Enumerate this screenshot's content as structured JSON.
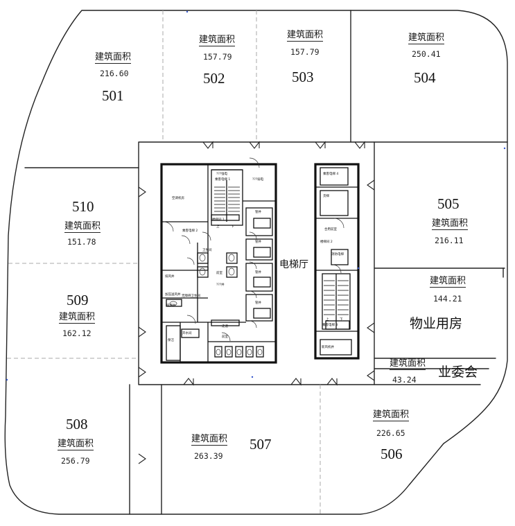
{
  "units": [
    {
      "id": "501",
      "area_label": "建筑面积",
      "area": "216.60"
    },
    {
      "id": "502",
      "area_label": "建筑面积",
      "area": "157.79"
    },
    {
      "id": "503",
      "area_label": "建筑面积",
      "area": "157.79"
    },
    {
      "id": "504",
      "area_label": "建筑面积",
      "area": "250.41"
    },
    {
      "id": "505",
      "area_label": "建筑面积",
      "area": "216.11"
    },
    {
      "id": "506",
      "area_label": "建筑面积",
      "area": "226.65"
    },
    {
      "id": "507",
      "area_label": "建筑面积",
      "area": "263.39"
    },
    {
      "id": "508",
      "area_label": "建筑面积",
      "area": "256.79"
    },
    {
      "id": "509",
      "area_label": "建筑面积",
      "area": "162.12"
    },
    {
      "id": "510",
      "area_label": "建筑面积",
      "area": "151.78"
    }
  ],
  "property_room": {
    "area_label": "建筑面积",
    "area": "144.21",
    "name": "物业用房"
  },
  "committee_room": {
    "area_label": "建筑面积",
    "area": "43.24",
    "name": "业委会"
  },
  "elevator_hall": "电梯厅",
  "core_small_labels": [
    "空调机房",
    "???强电",
    "???弱电",
    "管井",
    "管井",
    "管井",
    "管井",
    "???井",
    "排风井",
    "前室",
    "前室",
    "合用前室",
    "加压送风井",
    "新风机井",
    "排烟井",
    "走道",
    "卫生间",
    "无障碍卫生间",
    "开水间",
    "保洁",
    "消防电梯",
    "货梯",
    "乘客电梯 1",
    "乘客电梯 2",
    "乘客电梯 3",
    "乘客电梯 4",
    "楼梯间 1",
    "楼梯间 2",
    "上",
    "下",
    "上",
    "下"
  ]
}
